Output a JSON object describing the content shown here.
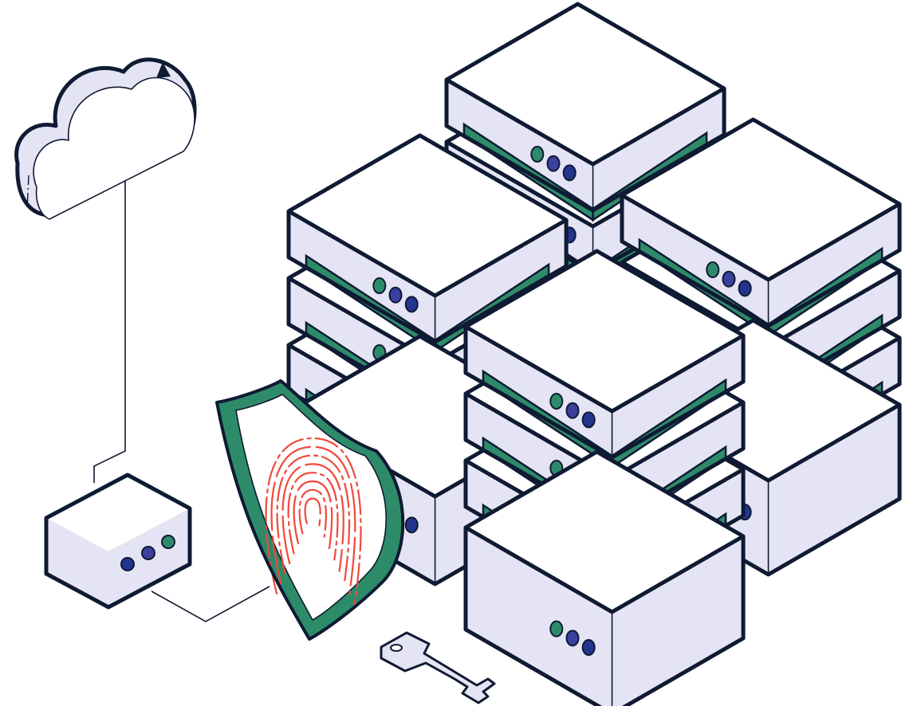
{
  "palette": {
    "outline": "#0f1a33",
    "face_fill": "#e4e4f4",
    "top_fill": "#ffffff",
    "band_green": "#2e8b6a",
    "led_green": "#2e8b6a",
    "led_blue": "#3b3f9e",
    "led_navy": "#22358f",
    "fingerprint_red": "#f0493a",
    "shield_green": "#2e8b6a"
  },
  "icons": {
    "cloud": "cloud-icon",
    "router": "router-box-icon",
    "shield": "shield-fingerprint-icon",
    "key": "key-icon",
    "servers": "server-stack-icon"
  },
  "scene": {
    "server_stacks": [
      {
        "name": "back-stack",
        "units": 2
      },
      {
        "name": "left-stack",
        "units": 3
      },
      {
        "name": "right-stack",
        "units": 3
      },
      {
        "name": "front-stack",
        "units": 3
      }
    ],
    "router_leds": 3,
    "server_leds_per_unit": 3
  }
}
